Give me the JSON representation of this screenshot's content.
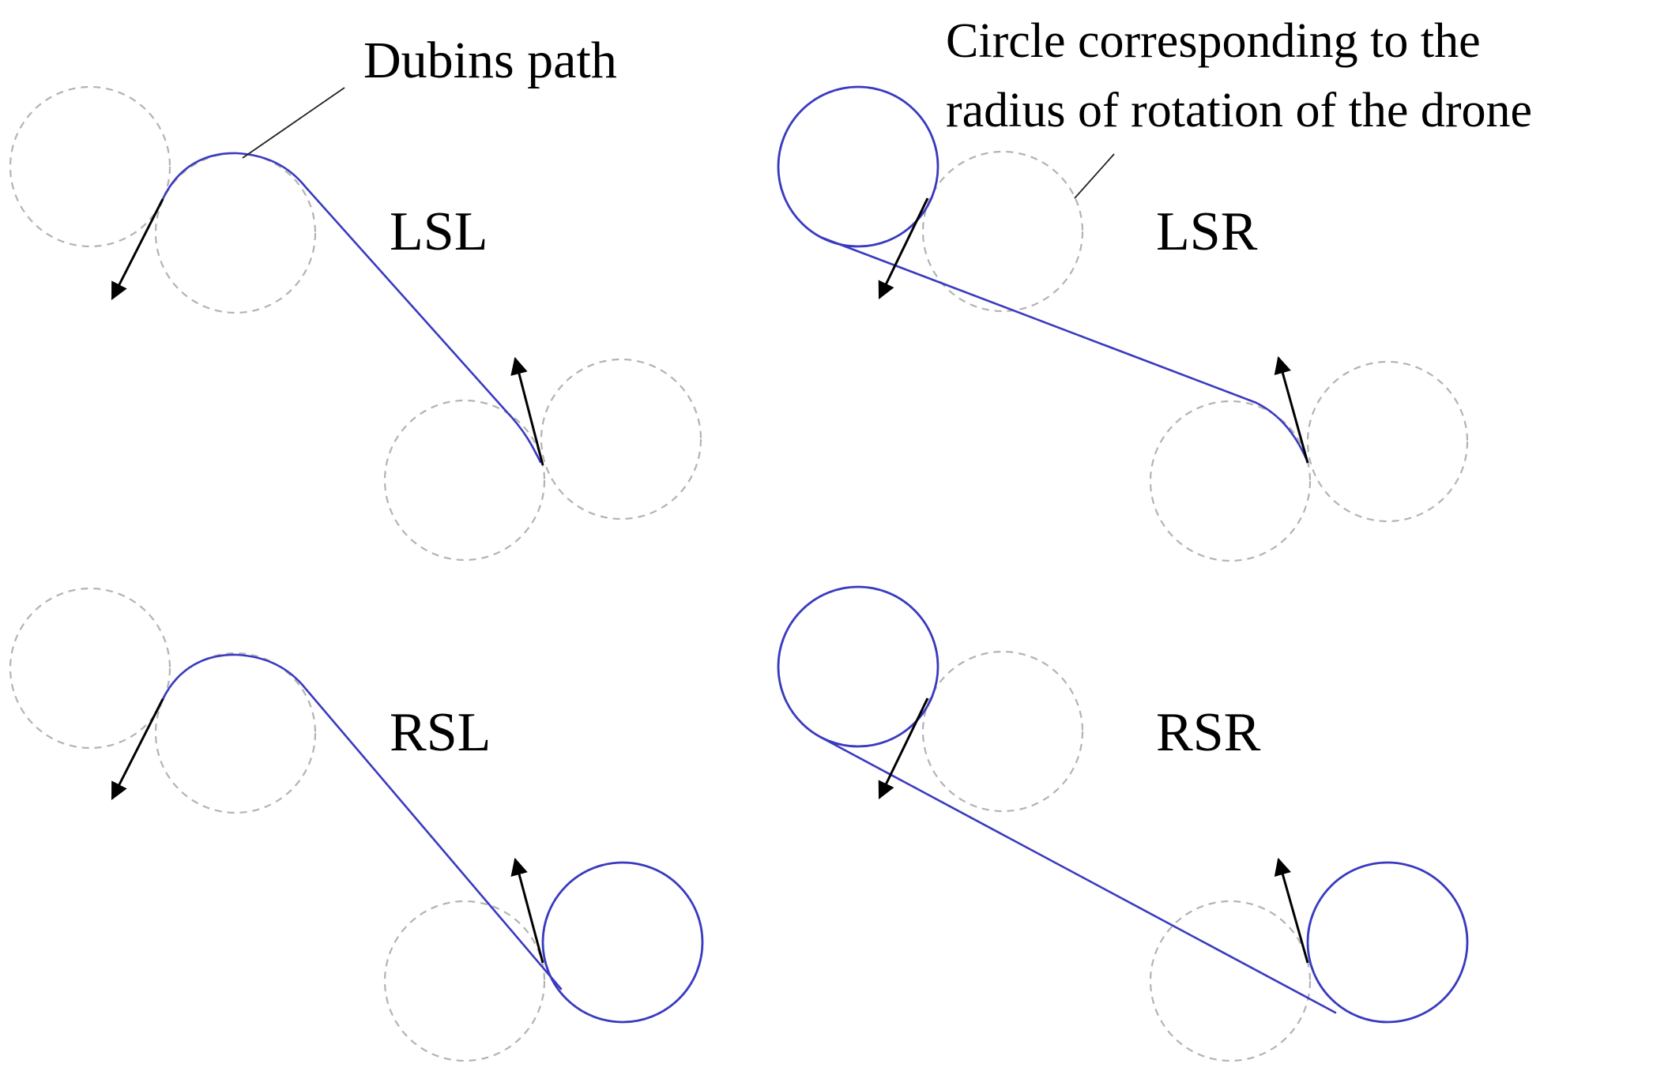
{
  "annotations": {
    "dubins_path": "Dubins path",
    "circle_line1": "Circle corresponding to the",
    "circle_line2": "radius of rotation of the drone"
  },
  "panels": [
    {
      "id": "lsl",
      "label": "LSL"
    },
    {
      "id": "lsr",
      "label": "LSR"
    },
    {
      "id": "rsl",
      "label": "RSL"
    },
    {
      "id": "rsr",
      "label": "RSR"
    }
  ],
  "colors": {
    "path": "#3a3ac0",
    "guide_circle": "#b3b3b3",
    "arrow": "#000000",
    "text": "#000000"
  }
}
